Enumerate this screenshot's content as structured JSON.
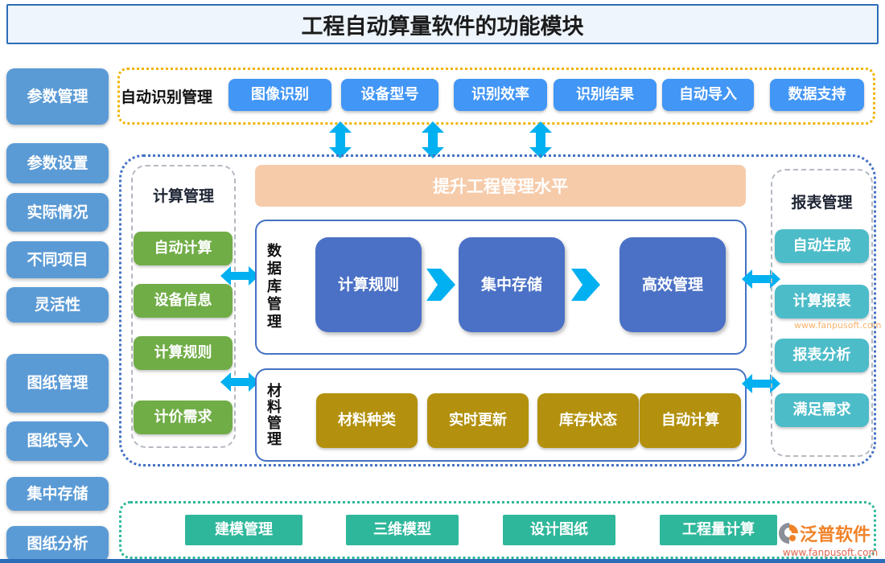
{
  "title": "工程自动算量软件的功能模块",
  "sidebar": {
    "items": [
      "参数管理",
      "参数设置",
      "实际情况",
      "不同项目",
      "灵活性",
      "图纸管理",
      "图纸导入",
      "集中存储",
      "图纸分析"
    ]
  },
  "auto_recognition": {
    "label": "自动识别管理",
    "items": [
      "图像识别",
      "设备型号",
      "识别效率",
      "识别结果",
      "自动导入",
      "数据支持"
    ]
  },
  "main": {
    "banner": "提升工程管理水平",
    "calc_management": {
      "title": "计算管理",
      "items": [
        "自动计算",
        "设备信息",
        "计算规则",
        "计价需求"
      ]
    },
    "database": {
      "title": "数据库管理",
      "steps": [
        "计算规则",
        "集中存储",
        "高效管理"
      ]
    },
    "material": {
      "title": "材料管理",
      "items": [
        "材料种类",
        "实时更新",
        "库存状态",
        "自动计算"
      ]
    },
    "report": {
      "title": "报表管理",
      "items": [
        "自动生成",
        "计算报表",
        "报表分析",
        "满足需求"
      ]
    }
  },
  "bottom": {
    "items": [
      "建模管理",
      "三维模型",
      "设计图纸",
      "工程量计算"
    ]
  },
  "logo": {
    "name": "泛普软件",
    "url": "www.fanpusoft.com"
  },
  "watermark": "www.fanpusoft.com",
  "colors": {
    "sidebar_blue": "#5b9bd5",
    "top_blue": "#4296f5",
    "green": "#71ad47",
    "teal": "#4dbcc9",
    "gold": "#b3910e",
    "db_blue": "#4b71c6",
    "banner_pink": "#f6cbaa",
    "arrow_cyan": "#00b0f0",
    "border_yellow": "#f0b400",
    "border_blue": "#4472c4",
    "border_green": "#2db89a",
    "bottom_green": "#2fb79b",
    "title_border": "#2a6db8",
    "logo_orange": "#f08329"
  }
}
